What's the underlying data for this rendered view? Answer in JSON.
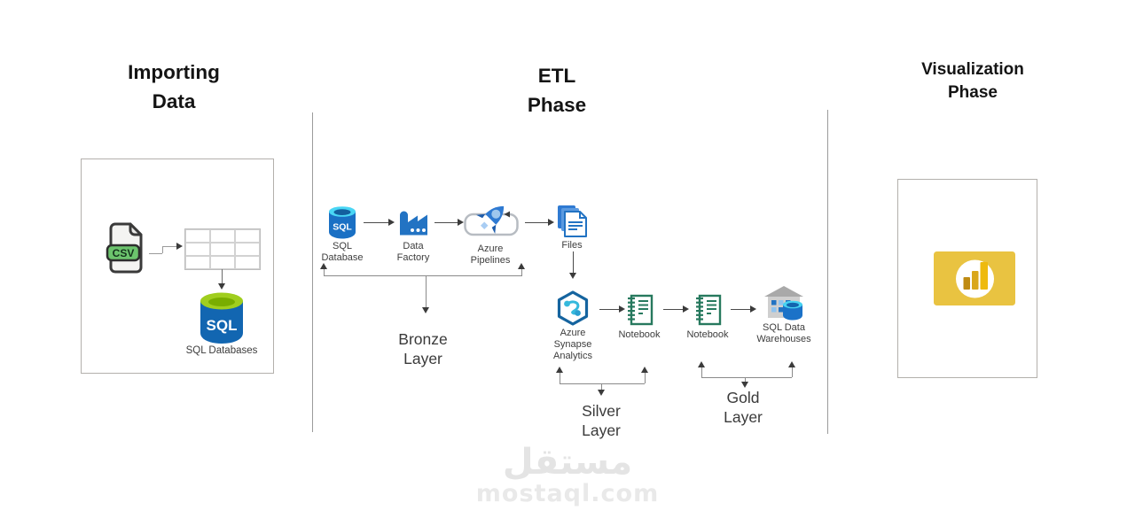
{
  "phases": {
    "importing": {
      "title": "Importing\nData"
    },
    "etl": {
      "title": "ETL\nPhase"
    },
    "visualization": {
      "title": "Visualization\nPhase"
    }
  },
  "importing": {
    "csv_label": "CSV",
    "sql_text": "SQL",
    "db_label": "SQL Databases"
  },
  "etl": {
    "sql_text": "SQL",
    "row1": [
      {
        "icon": "azure-sql-database-icon",
        "label": "SQL\nDatabase"
      },
      {
        "icon": "data-factory-icon",
        "label": "Data\nFactory"
      },
      {
        "icon": "azure-pipelines-icon",
        "label": "Azure\nPipelines"
      },
      {
        "icon": "files-icon",
        "label": "Files"
      }
    ],
    "row2": [
      {
        "icon": "azure-synapse-analytics-icon",
        "label": "Azure\nSynapse\nAnalytics"
      },
      {
        "icon": "notebook-icon",
        "label": "Notebook"
      },
      {
        "icon": "notebook-icon",
        "label": "Notebook"
      },
      {
        "icon": "sql-data-warehouses-icon",
        "label": "SQL Data\nWarehouses"
      }
    ],
    "layers": {
      "bronze": "Bronze\nLayer",
      "silver": "Silver\nLayer",
      "gold": "Gold\nLayer"
    }
  },
  "visualization": {
    "icon": "power-bi-icon"
  },
  "watermark": {
    "arabic": "مستقل",
    "latin": "mostaql.com"
  },
  "colors": {
    "azure_blue": "#2273c3",
    "sql_cylinder_blue": "#1a70c4",
    "cyan_top": "#49d6f5",
    "green_top": "#a0ce1e",
    "csv_green": "#6cc46d",
    "notebook_teal": "#27795e",
    "powerbi_yellow": "#e9c341",
    "warehouse_gray": "#a9a9a9",
    "bracket_line_gray": "#8a8a8a",
    "watermark_gray": "#e4e4e4"
  }
}
